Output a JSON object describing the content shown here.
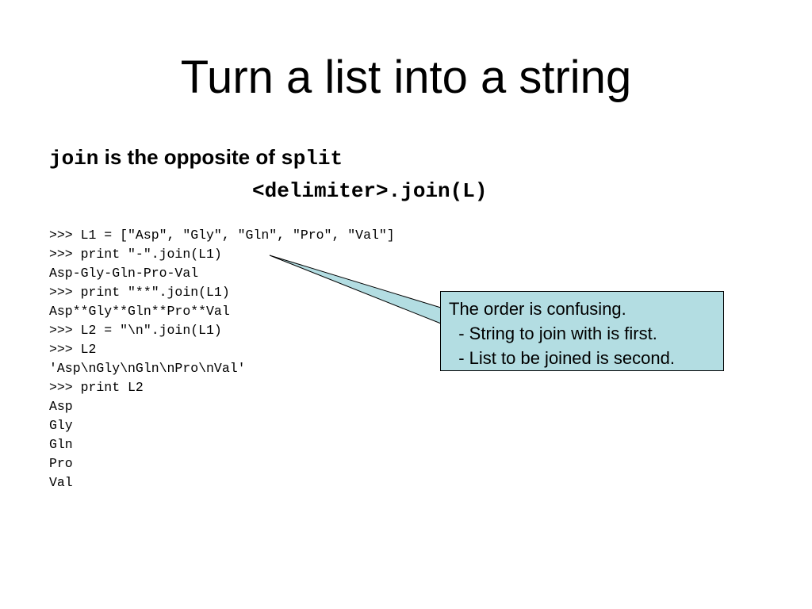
{
  "slide": {
    "title": "Turn a list into a string",
    "intro": {
      "keyword_join": "join",
      "middle_text": " is the opposite of ",
      "keyword_split": "split"
    },
    "syntax": "<delimiter>.join(L)",
    "code_lines": [
      ">>> L1 = [\"Asp\", \"Gly\", \"Gln\", \"Pro\", \"Val\"]",
      ">>> print \"-\".join(L1)",
      "Asp-Gly-Gln-Pro-Val",
      ">>> print \"**\".join(L1)",
      "Asp**Gly**Gln**Pro**Val",
      ">>> L2 = \"\\n\".join(L1)",
      ">>> L2",
      "'Asp\\nGly\\nGln\\nPro\\nVal'",
      ">>> print L2",
      "Asp",
      "Gly",
      "Gln",
      "Pro",
      "Val"
    ],
    "callout": {
      "lines": [
        "The order is confusing.",
        "  - String to join with is first.",
        "  - List to be joined is second."
      ],
      "fill_color": "#b3dde2",
      "border_color": "#000000"
    }
  }
}
